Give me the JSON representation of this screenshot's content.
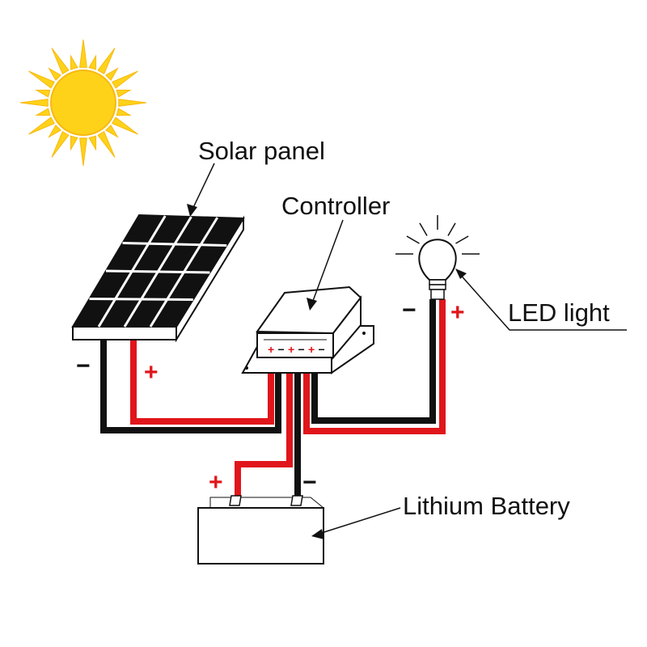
{
  "labels": {
    "solar_panel": "Solar panel",
    "controller": "Controller",
    "led_light": "LED light",
    "battery": "Lithium Battery"
  },
  "terminals": {
    "panel_neg": "−",
    "panel_pos": "+",
    "led_neg": "−",
    "led_pos": "+",
    "battery_pos": "+",
    "battery_neg": "−",
    "controller_strip": [
      "+",
      "−",
      "+",
      "−",
      "+",
      "−"
    ]
  },
  "colors": {
    "positive_wire": "#e0161b",
    "negative_wire": "#111111",
    "sun_core": "#ffd21a",
    "sun_rays": "#f7b90f",
    "panel_cells": "#111111"
  },
  "icons": {
    "sun": "sun-icon",
    "bulb": "light-bulb-icon",
    "panel": "solar-panel-icon",
    "controller": "charge-controller-icon",
    "battery": "battery-icon"
  }
}
